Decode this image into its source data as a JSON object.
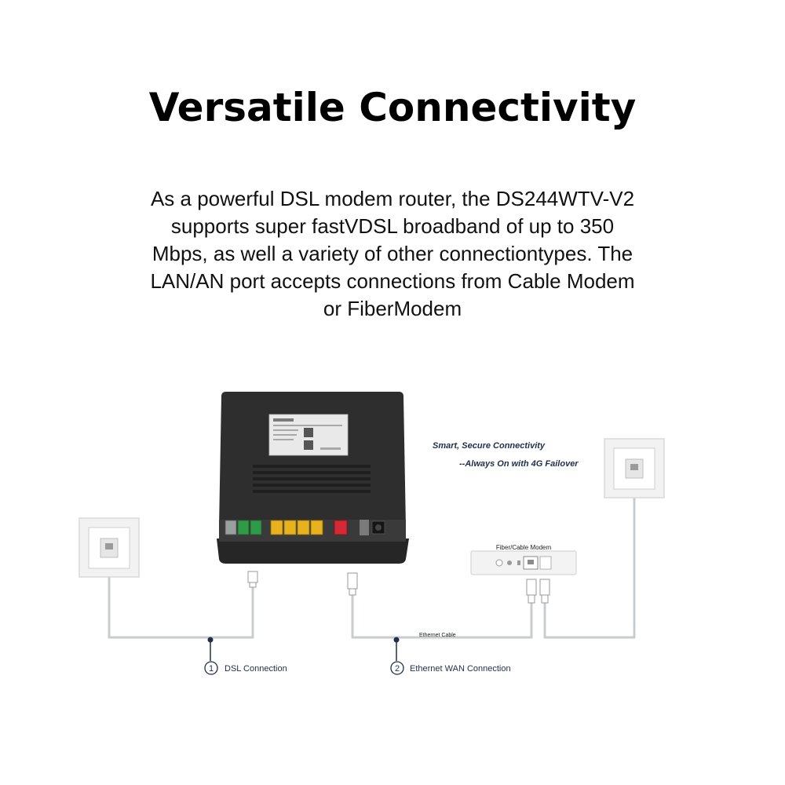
{
  "heading": {
    "title": "Versatile Connectivity"
  },
  "description": {
    "lines": [
      "As a powerful DSL modem router, the DS244WTV-V2",
      "supports super fastVDSL broadband of up to 350",
      "Mbps, as well a variety of other connectiontypes. The",
      "LAN/AN port accepts connections from Cable Modem",
      "or FiberModem"
    ]
  },
  "diagram": {
    "tagline_1": "Smart, Secure Connectivity",
    "tagline_2": "--Always On with 4G Failover",
    "modem_label": "Fiber/Cable Modem",
    "ethernet_cable_label": "Ethernet Cable",
    "connections": [
      {
        "number": "1",
        "label": "DSL Connection"
      },
      {
        "number": "2",
        "label": "Ethernet WAN Connection"
      }
    ],
    "colors": {
      "router_body": "#2e2e2e",
      "phone_ports": "#2f9a48",
      "lan_ports": "#e8b21e",
      "wan_port": "#d52a35",
      "cable": "#c9cccf",
      "marker": "#1f2f4a"
    }
  }
}
